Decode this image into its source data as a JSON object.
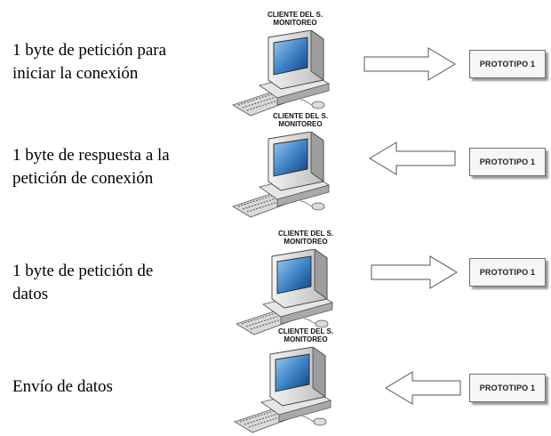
{
  "client_caption_line1": "CLIENTE DEL S.",
  "client_caption_line2": "MONITOREO",
  "prototype_label": "PROTOTIPO 1",
  "steps": [
    {
      "desc_line1": "1 byte de petición para",
      "desc_line2": "iniciar la conexión",
      "arrow_direction": "right"
    },
    {
      "desc_line1": "1 byte de respuesta a la",
      "desc_line2": "petición de conexión",
      "arrow_direction": "left"
    },
    {
      "desc_line1": "1 byte de petición de",
      "desc_line2": "datos",
      "arrow_direction": "right"
    },
    {
      "desc_line1": "Envío de datos",
      "desc_line2": "",
      "arrow_direction": "left"
    }
  ]
}
